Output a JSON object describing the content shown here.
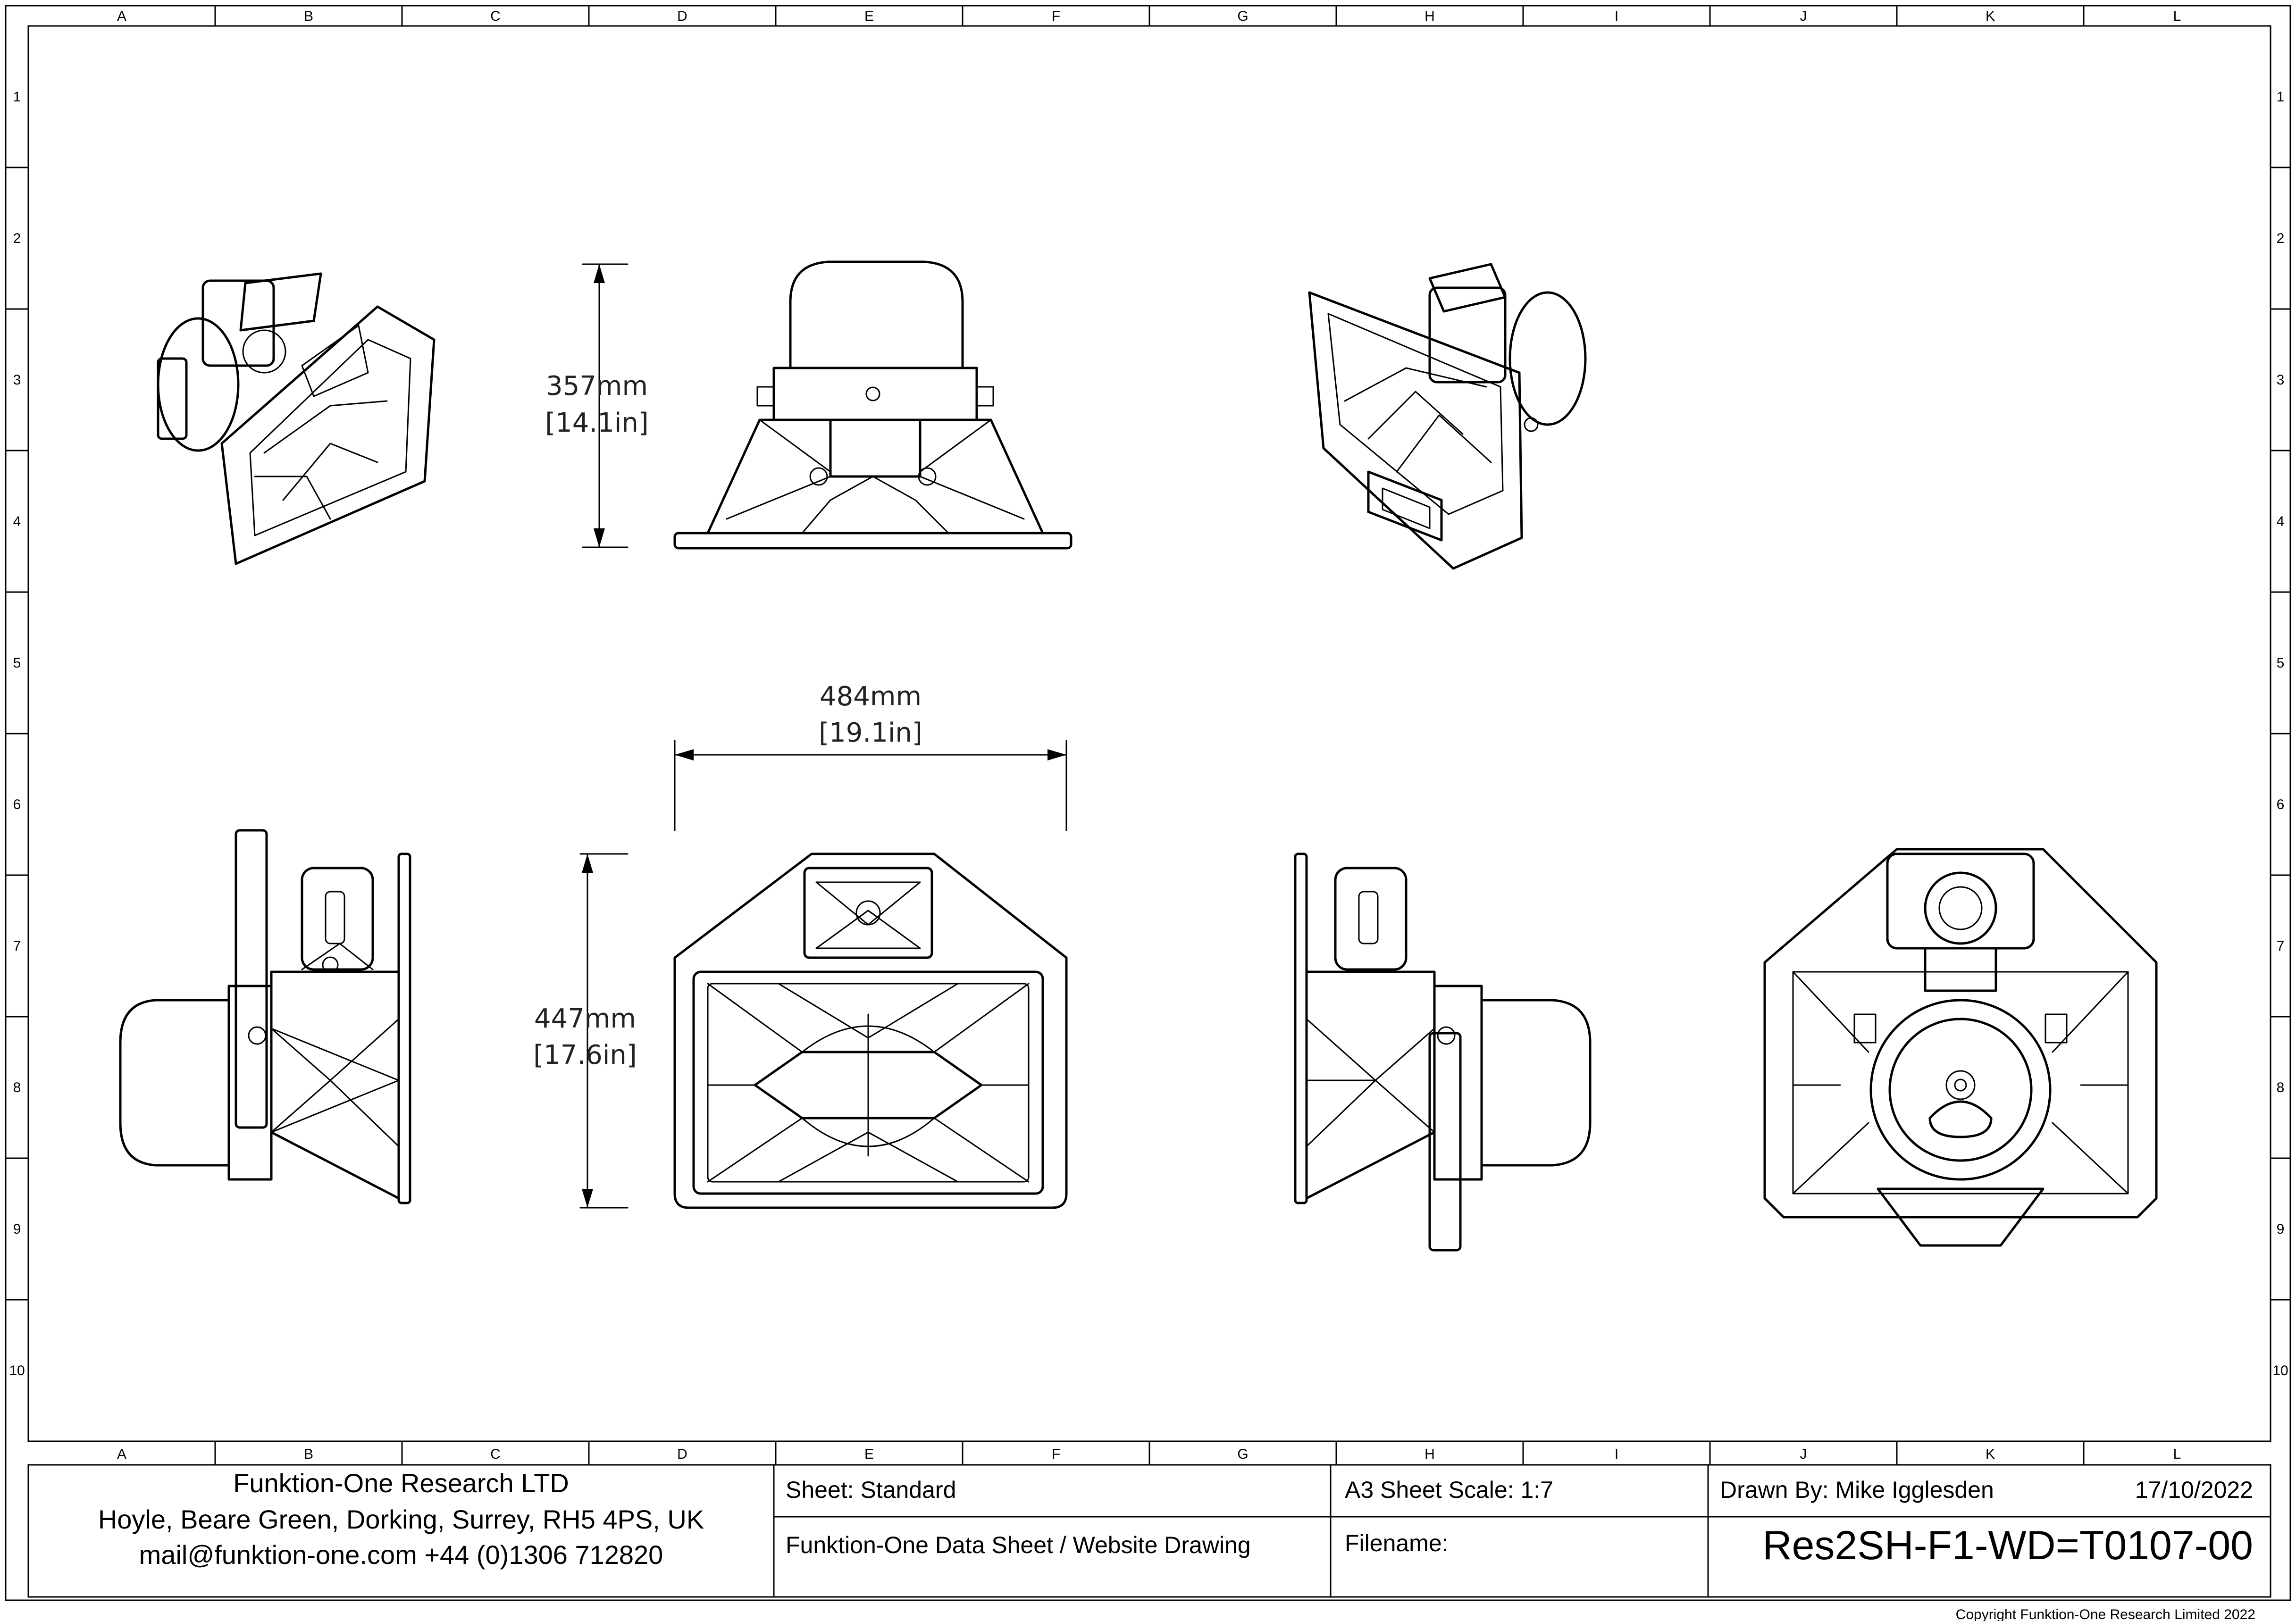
{
  "grid": {
    "columns": [
      "A",
      "B",
      "C",
      "D",
      "E",
      "F",
      "G",
      "H",
      "I",
      "J",
      "K",
      "L"
    ],
    "rows": [
      "1",
      "2",
      "3",
      "4",
      "5",
      "6",
      "7",
      "8",
      "9",
      "10"
    ]
  },
  "dimensions": {
    "height": {
      "mm": "357mm",
      "in": "[14.1in]"
    },
    "width": {
      "mm": "484mm",
      "in": "[19.1in]"
    },
    "depth": {
      "mm": "447mm",
      "in": "[17.6in]"
    }
  },
  "title_block": {
    "company": {
      "name": "Funktion-One Research LTD",
      "address": "Hoyle, Beare Green, Dorking, Surrey, RH5 4PS, UK",
      "contact": "mail@funktion-one.com  +44 (0)1306 712820"
    },
    "sheet": "Sheet: Standard",
    "description": "Funktion-One Data Sheet / Website Drawing",
    "scale": "A3 Sheet Scale: 1:7",
    "filename_label": "Filename:",
    "drawn_by": "Drawn By: Mike Igglesden",
    "date": "17/10/2022",
    "filename": "Res2SH-F1-WD=T0107-00"
  },
  "copyright": "Copyright Funktion-One Research Limited 2022"
}
